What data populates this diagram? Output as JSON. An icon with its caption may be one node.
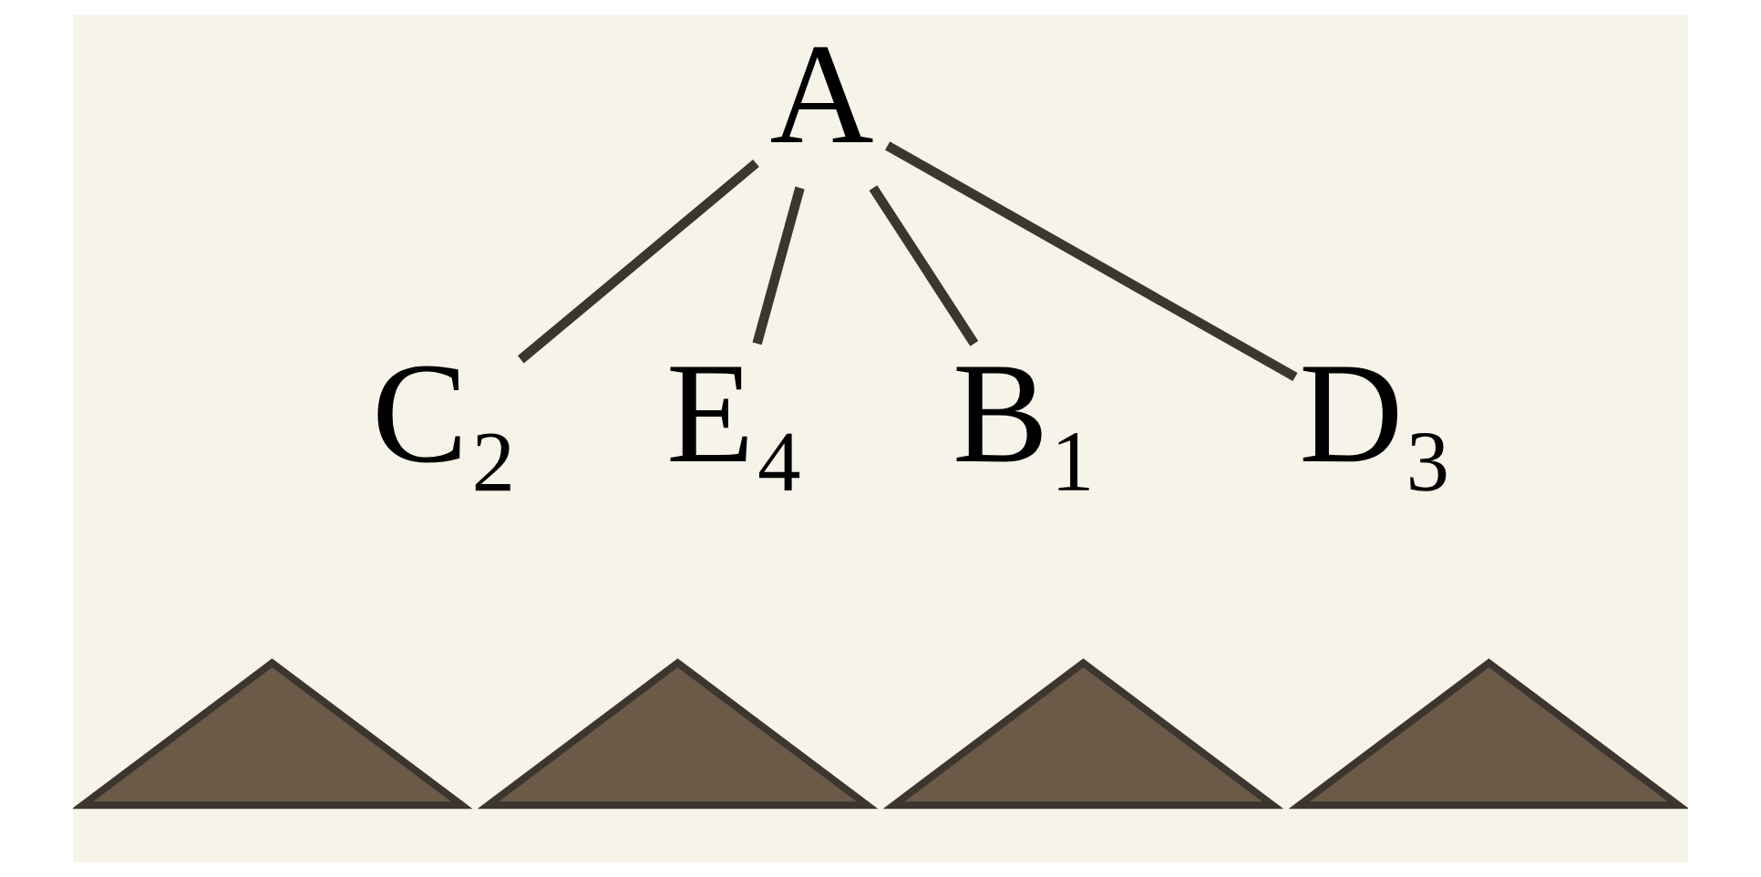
{
  "diagram": {
    "nodes": [
      {
        "text": [
          "A"
        ]
      },
      {
        "text": [
          "C₂"
        ]
      },
      {
        "text": [
          "E₄"
        ]
      },
      {
        "text": [
          "B₁"
        ]
      },
      {
        "text": [
          "D₃"
        ]
      },
      {
        "text": [],
        "shape": "triangle"
      },
      {
        "text": [],
        "shape": "triangle"
      },
      {
        "text": [],
        "shape": "triangle"
      },
      {
        "text": [],
        "shape": "triangle"
      }
    ],
    "edges": [
      {
        "from": 0,
        "to": 1,
        "arrow": "none"
      },
      {
        "from": 0,
        "to": 2,
        "arrow": "none"
      },
      {
        "from": 0,
        "to": 3,
        "arrow": "none"
      },
      {
        "from": 0,
        "to": 4,
        "arrow": "none"
      }
    ]
  }
}
